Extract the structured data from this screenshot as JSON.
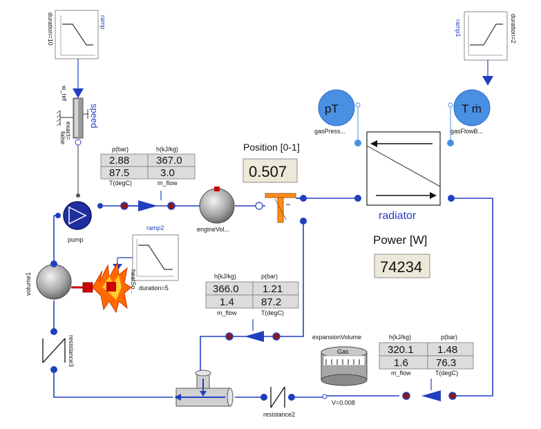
{
  "blocks": {
    "ramp": {
      "name": "ramp",
      "param": "duration=10"
    },
    "ramp1": {
      "name": "ramp1",
      "param": "duration=2"
    },
    "ramp2": {
      "name": "ramp2",
      "param": "duration=5"
    },
    "speed": {
      "name": "speed",
      "in_label": "w_ref",
      "exact_label": "exact=",
      "exact_value": "false"
    },
    "pump": {
      "name": "pump"
    },
    "engine_volume": {
      "name": "engineVol..."
    },
    "volume1": {
      "name": "volume1"
    },
    "heat_source": {
      "name": "heatSo..."
    },
    "resistance3": {
      "name": "resistance3"
    },
    "resistance2": {
      "name": "resistance2"
    },
    "expansion_volume": {
      "name": "expansionVolume",
      "inner": "Gas",
      "param": "V=0.008"
    },
    "radiator": {
      "name": "radiator"
    },
    "gas_pressure": {
      "symbol": "pT",
      "name": "gasPress..."
    },
    "gas_flow": {
      "symbol": "T ṁ",
      "name": "gasFlowB..."
    }
  },
  "displays": {
    "position": {
      "label": "Position [0-1]",
      "value": "0.507"
    },
    "power": {
      "label": "Power [W]",
      "value": "74234"
    }
  },
  "sensor_tables": [
    {
      "h1": "p(bar)",
      "h2": "h(kJ/kg)",
      "r1": [
        "2.88",
        "367.0"
      ],
      "r2": [
        "87.5",
        "3.0"
      ],
      "f1": "T(degC)",
      "f2": "m_flow"
    },
    {
      "h1": "h(kJ/kg)",
      "h2": "p(bar)",
      "r1": [
        "366.0",
        "1.21"
      ],
      "r2": [
        "1.4",
        "87.2"
      ],
      "f1": "m_flow",
      "f2": "T(degC)"
    },
    {
      "h1": "h(kJ/kg)",
      "h2": "p(bar)",
      "r1": [
        "320.1",
        "1.48"
      ],
      "r2": [
        "1.6",
        "76.3"
      ],
      "f1": "m_flow",
      "f2": "T(degC)"
    }
  ],
  "colors": {
    "wire": "#1f3fbf",
    "sensor_port": "#8b1a1a",
    "heat": "#ff6a00",
    "valve": "#ff8c1a"
  }
}
